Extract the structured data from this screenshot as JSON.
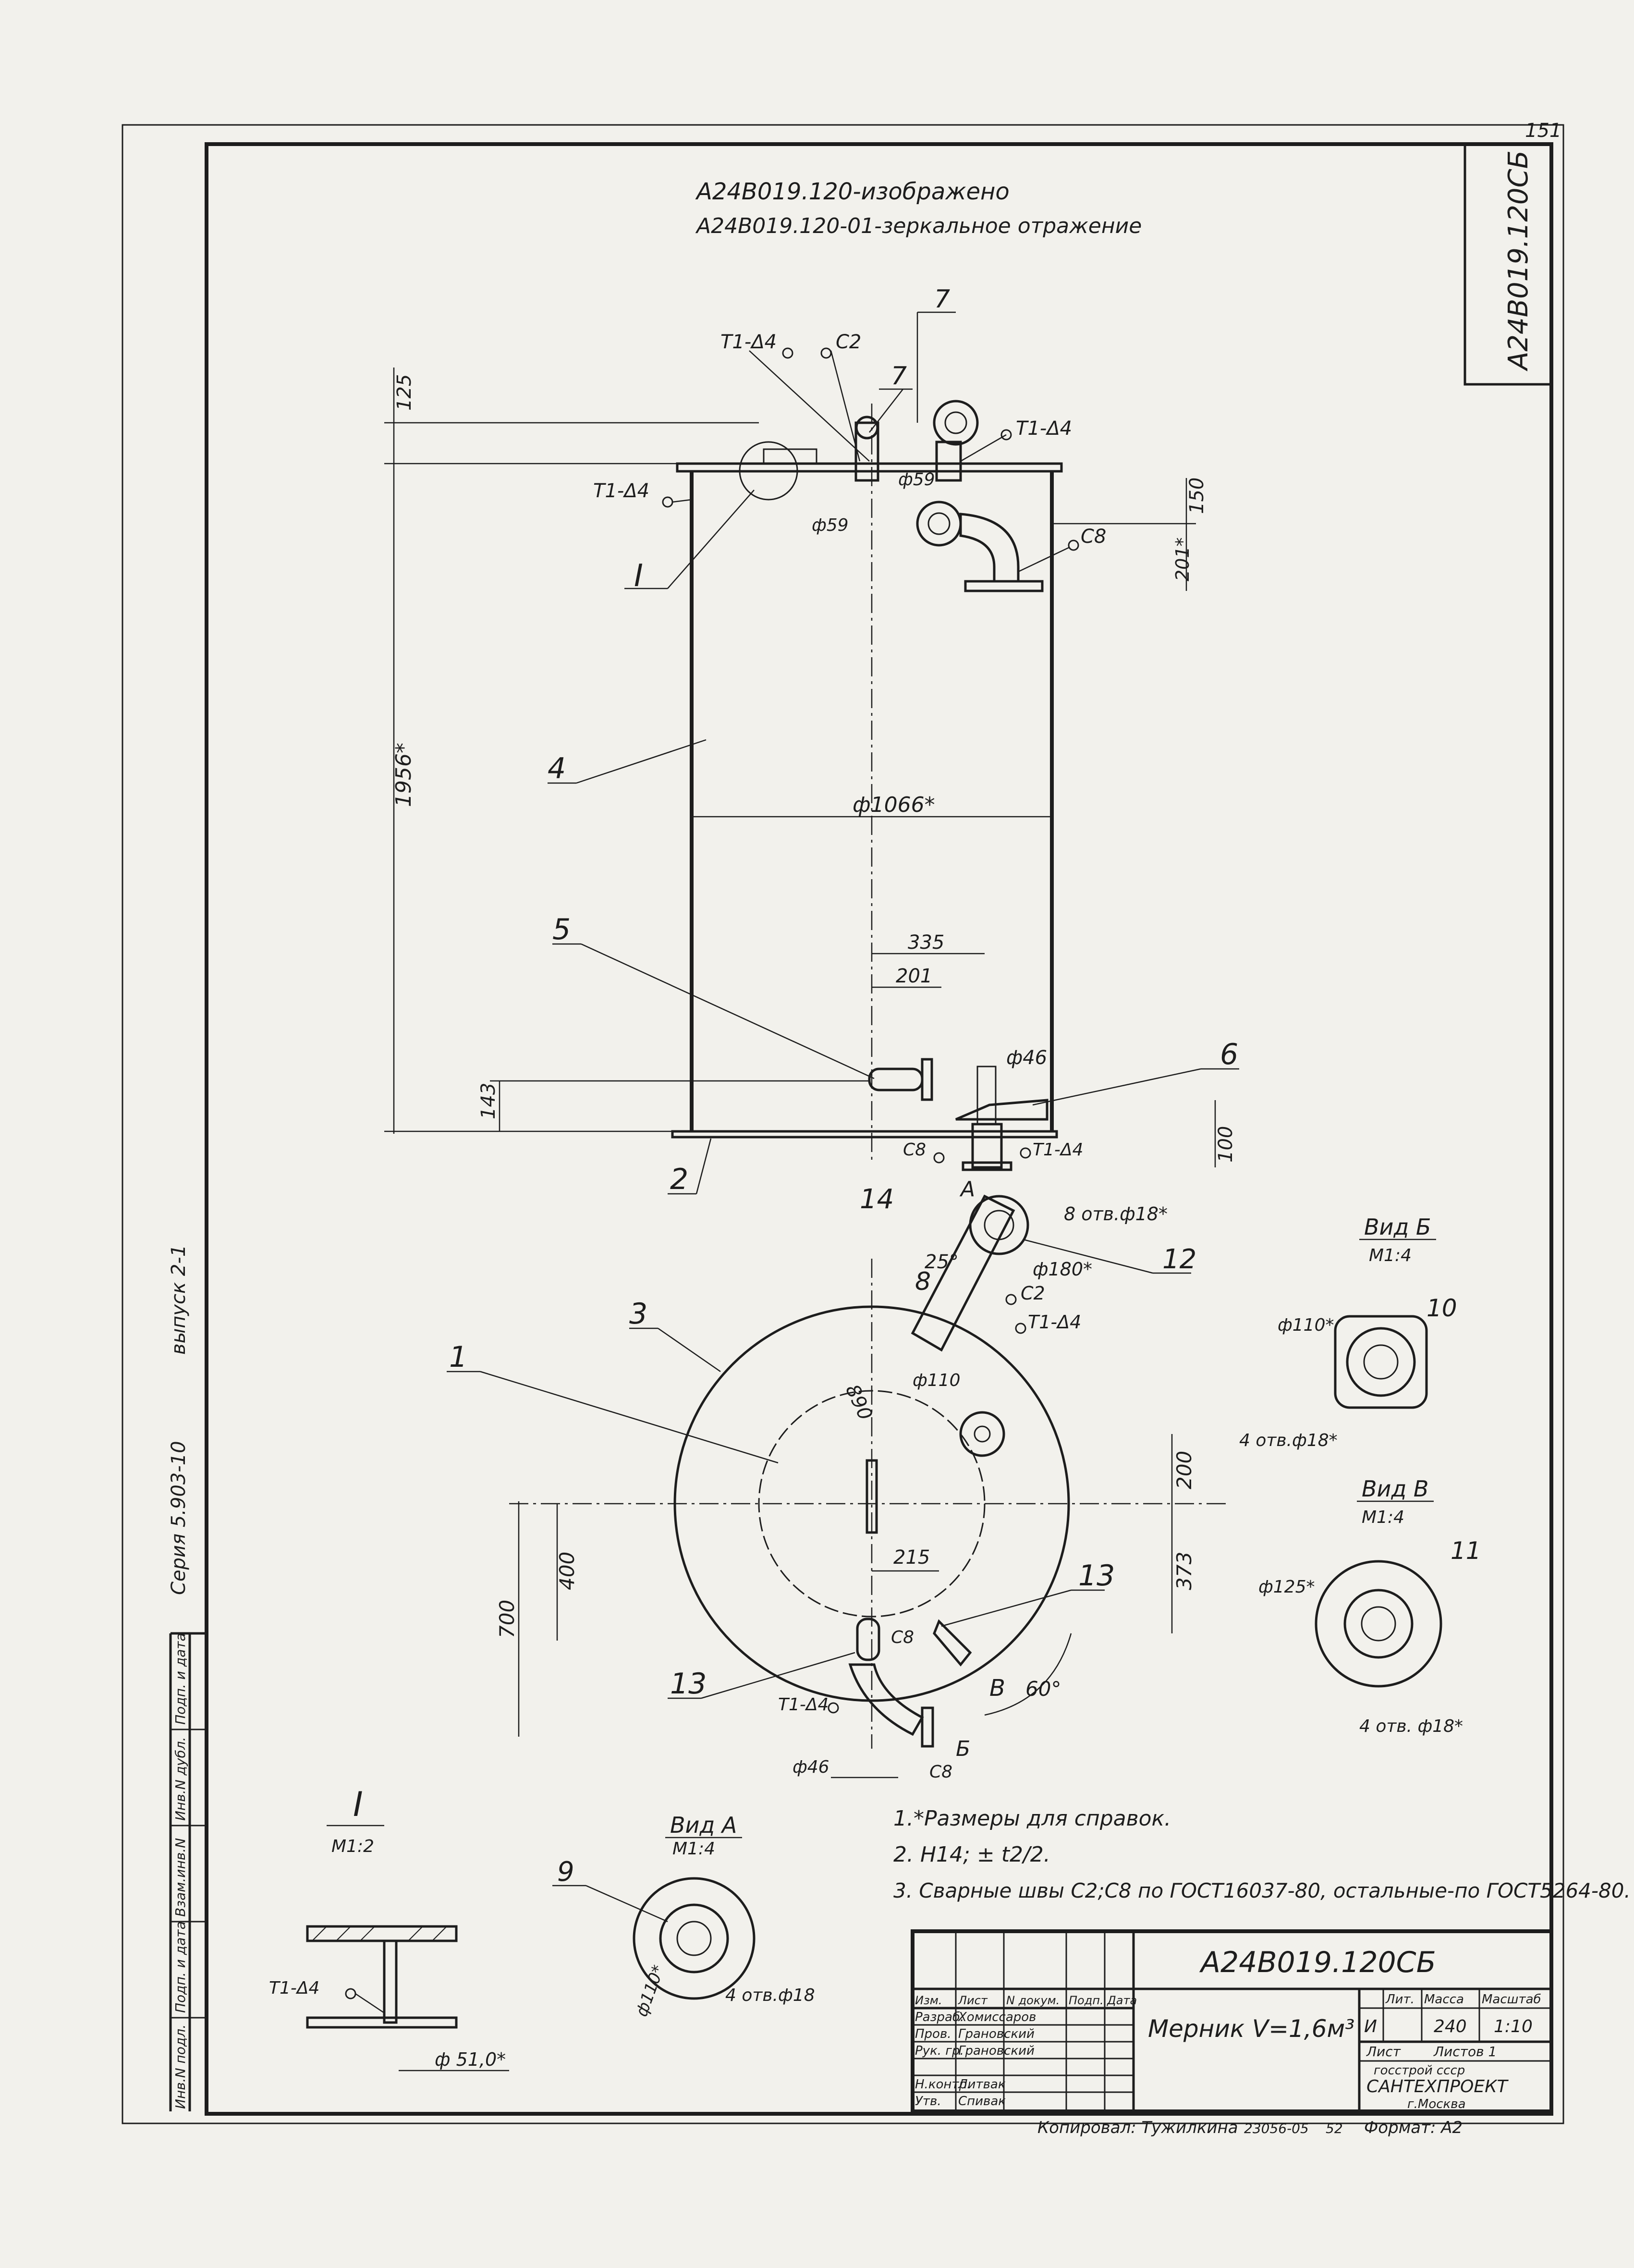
{
  "sheet_number": "151",
  "header": {
    "line1": "А24В019.120-изображено",
    "line2": "А24В019.120-01-зеркальное отражение"
  },
  "side_code": "А24В019.120СБ",
  "left_margin": {
    "series": "Серия 5.903-10",
    "issue": "выпуск 2-1",
    "stamp_cells": [
      "Инв.N подл.",
      "Подп. и дата",
      "Взам.инв.N",
      "Инв.N дубл.",
      "Подп. и дата"
    ]
  },
  "front_view": {
    "weld_labels": {
      "t1_a": "Т1-Δ4",
      "c2": "С2",
      "t1_b": "Т1-Δ4",
      "t1_c": "Т1-Δ4",
      "c8": "С8",
      "c8_b": "С8",
      "t1_d": "Т1-Δ4"
    },
    "positions": {
      "p7a": "7",
      "p7b": "7",
      "p4": "4",
      "p5": "5",
      "p6": "6",
      "p2": "2",
      "detail": "I"
    },
    "dims": {
      "d125": "125",
      "d150": "150",
      "d201r": "201*",
      "phi59a": "ф59",
      "phi59b": "ф59",
      "h1956": "1956*",
      "phi1066": "ф1066*",
      "d335": "335",
      "d201": "201",
      "phi46": "ф46",
      "d143": "143",
      "d100": "100"
    }
  },
  "plan_view": {
    "positions": {
      "p14": "14",
      "p12": "12",
      "p8": "8",
      "p3": "3",
      "p1": "1",
      "p13a": "13",
      "p13b": "13",
      "A": "А",
      "B": "Б",
      "V": "В"
    },
    "labels": {
      "holes": "8 отв.ф18*",
      "phi180": "ф180*",
      "c2": "С2",
      "t1": "Т1-Δ4",
      "c8": "С8",
      "t1b": "Т1-Δ4",
      "c8b": "С8",
      "phi46": "ф46",
      "phi110": "ф110"
    },
    "dims": {
      "a25": "25°",
      "d890": "890",
      "d200": "200",
      "d215": "215",
      "d373": "373",
      "d400": "400",
      "d700": "700",
      "a60": "60°"
    }
  },
  "view_b": {
    "title": "Вид Б",
    "scale": "М1:4",
    "pos": "10",
    "phi": "ф110*",
    "holes": "4 отв.ф18*"
  },
  "view_v": {
    "title": "Вид В",
    "scale": "М1:4",
    "pos": "11",
    "phi": "ф125*",
    "holes": "4 отв. ф18*"
  },
  "view_a": {
    "title": "Вид А",
    "scale": "М1:4",
    "pos": "9",
    "phi": "ф110*",
    "holes": "4 отв.ф18"
  },
  "detail_i": {
    "title": "I",
    "scale": "М1:2",
    "weld": "Т1-Δ4",
    "dim": "ф 51,0*"
  },
  "notes": [
    "1.*Размеры для справок.",
    "2. Н14; ± t2/2.",
    "3. Сварные швы С2;С8 по ГОСТ16037-80, остальные-по ГОСТ5264-80."
  ],
  "title_block": {
    "code": "А24В019.120СБ",
    "name": "Мерник V=1,6м³",
    "col_headers": [
      "Изм.",
      "Лист",
      "N докум.",
      "Подп.",
      "Дата"
    ],
    "rows": [
      {
        "role": "Разраб.",
        "name": "Хомиссаров"
      },
      {
        "role": "Пров.",
        "name": "Грановский"
      },
      {
        "role": "Рук. гр.",
        "name": "Грановский"
      },
      {
        "role": "",
        "name": ""
      },
      {
        "role": "Н.контр.",
        "name": "Литвак"
      },
      {
        "role": "Утв.",
        "name": "Спивак"
      }
    ],
    "lit_header": "Лит.",
    "mass_header": "Масса",
    "scale_header": "Масштаб",
    "lit": "И",
    "mass": "240",
    "scale": "1:10",
    "sheet": "Лист",
    "sheets": "Листов 1",
    "org1": "госстрой ссср",
    "org2": "САНТЕХПРОЕКТ",
    "org3": "г.Москва"
  },
  "footer": {
    "copied": "Копировал: Тужилкина",
    "order": "23056-05",
    "num": "52",
    "format": "Формат: А2"
  }
}
